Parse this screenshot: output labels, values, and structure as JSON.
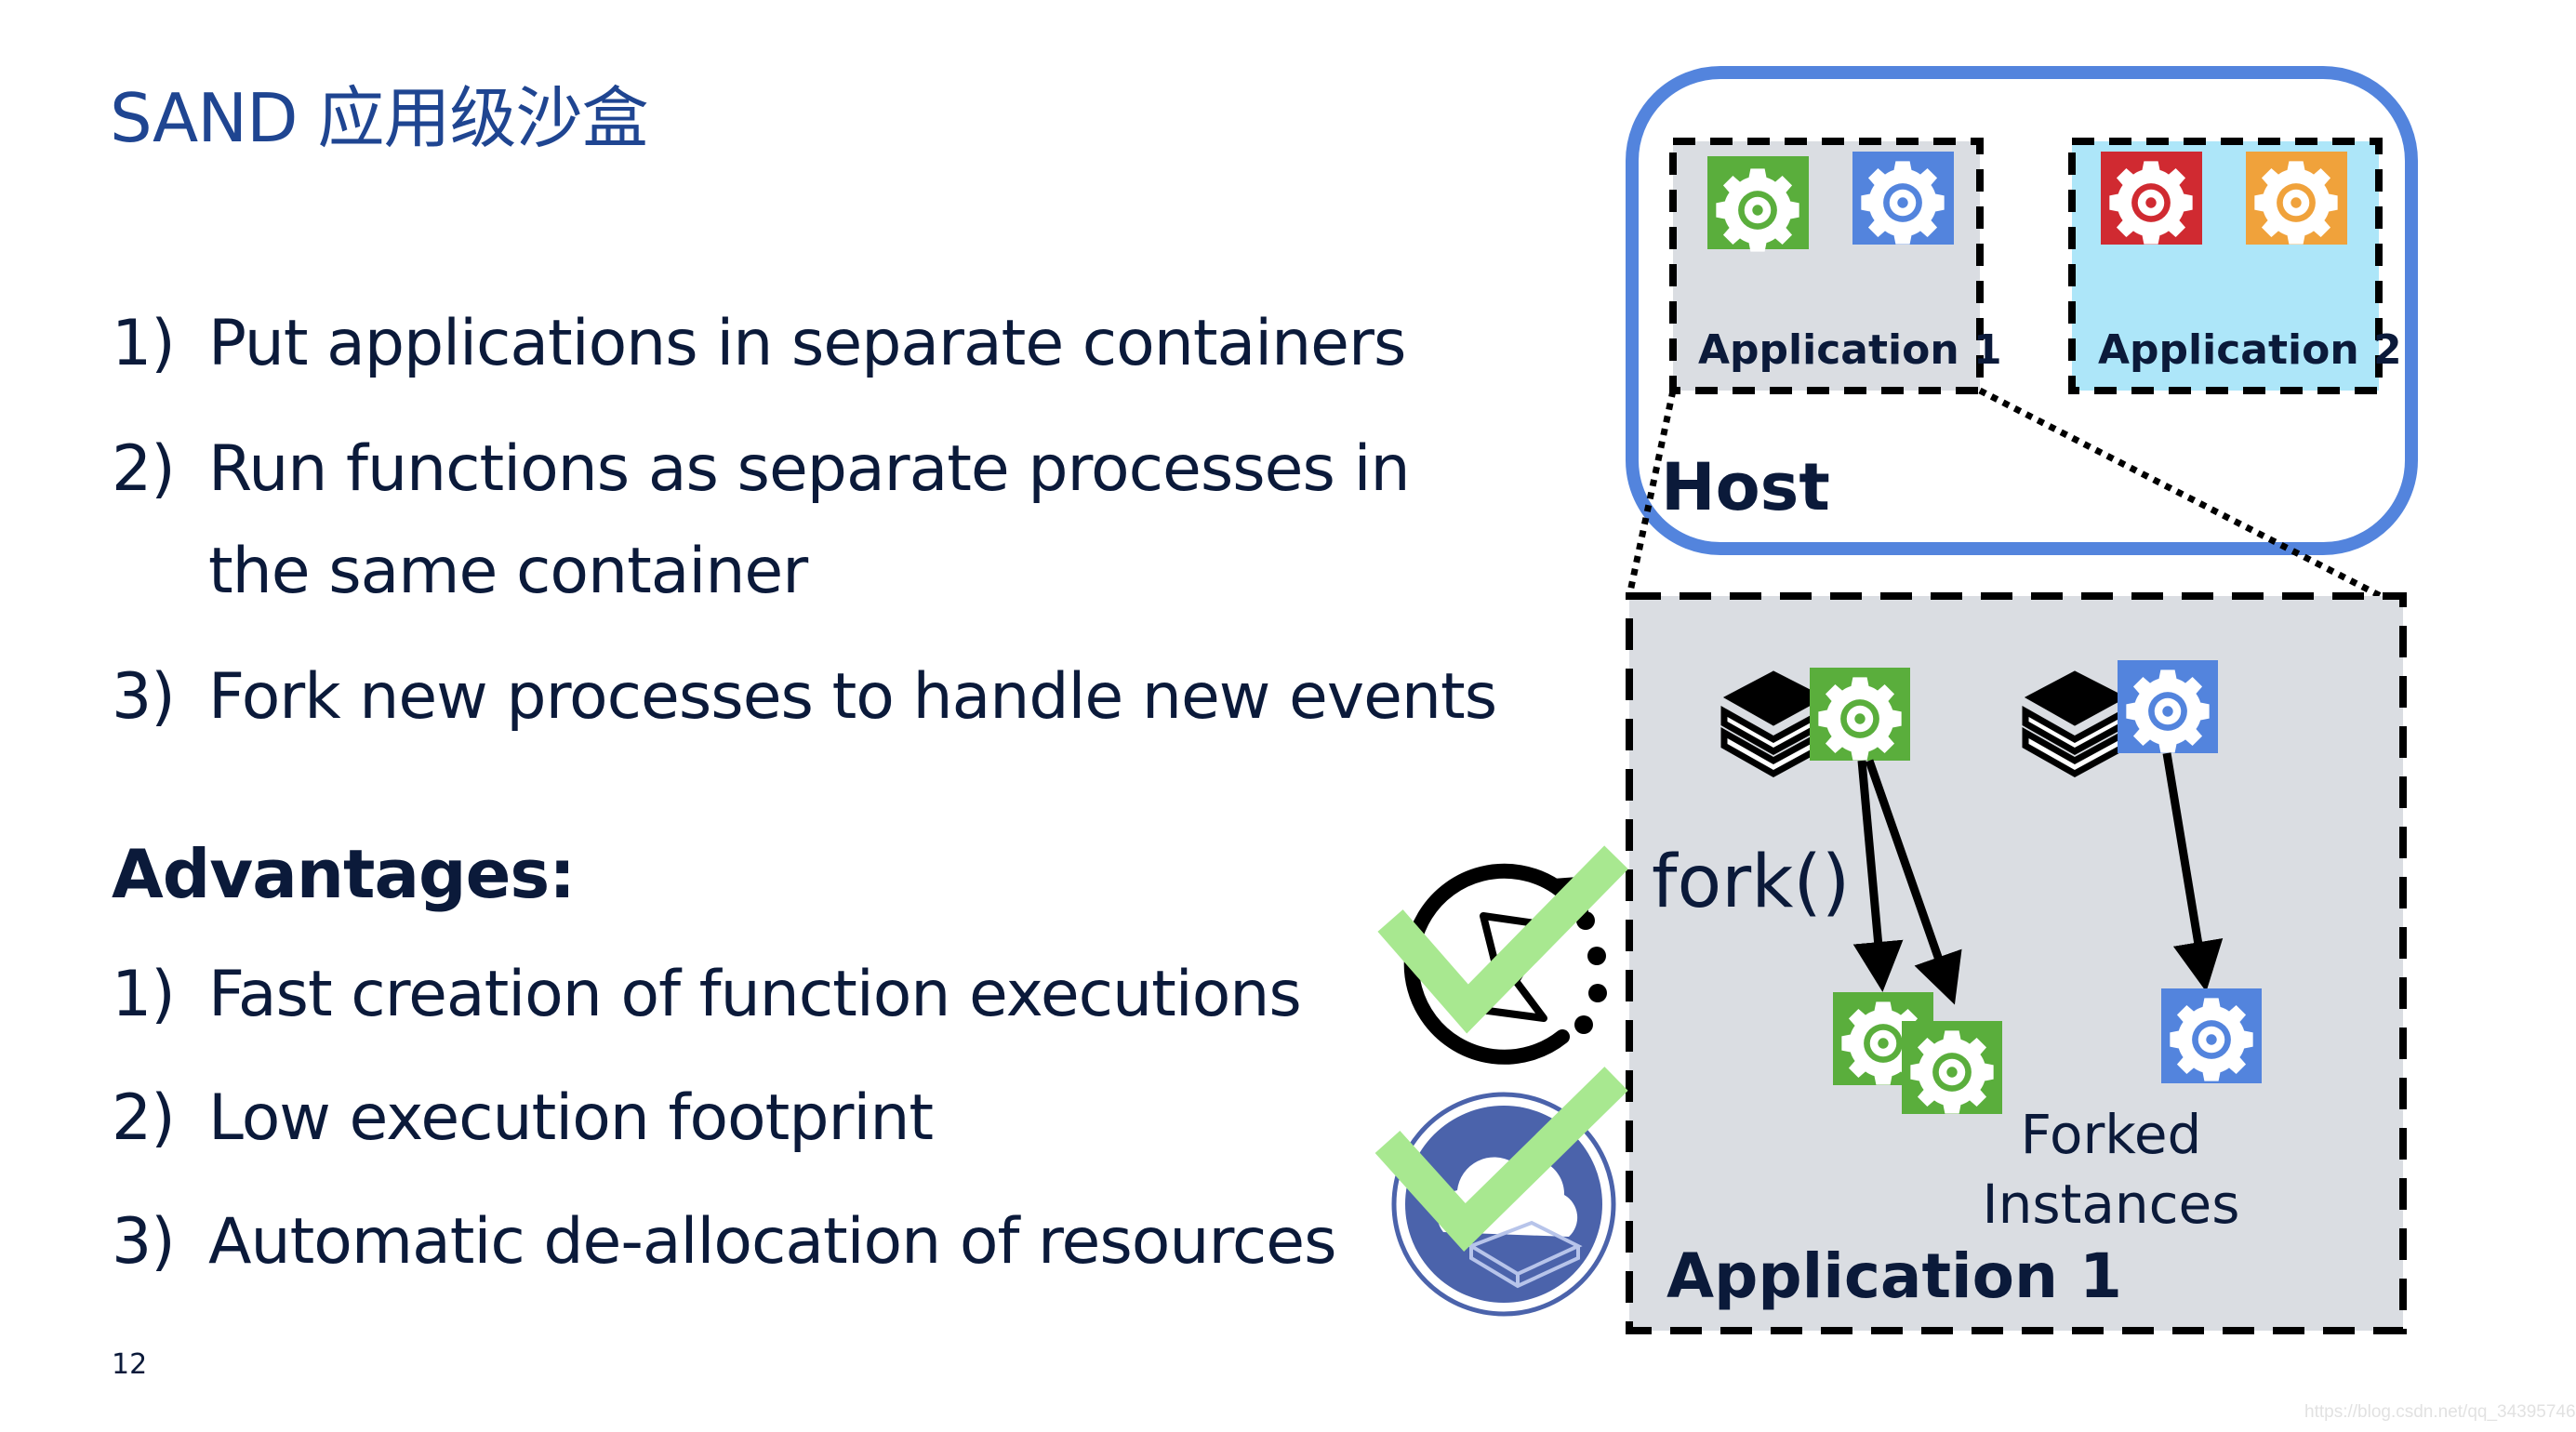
{
  "slide": {
    "title": "SAND 应用级沙盒",
    "page_number": "12",
    "watermark": "https://blog.csdn.net/qq_34395746"
  },
  "approach": {
    "items": [
      {
        "num": "1)",
        "text": "Put applications in separate containers"
      },
      {
        "num": "2)",
        "text": "Run functions as separate processes in",
        "continuation": "the same container"
      },
      {
        "num": "3)",
        "text": "Fork new processes to handle new events"
      }
    ]
  },
  "advantages": {
    "heading": "Advantages:",
    "items": [
      {
        "num": "1)",
        "text": "Fast creation of function executions",
        "icon": "fast-startup-icon",
        "checked": true
      },
      {
        "num": "2)",
        "text": "Low execution footprint",
        "icon": "cloud-sandbox-icon",
        "checked": true
      },
      {
        "num": "3)",
        "text": "Automatic de-allocation of resources"
      }
    ]
  },
  "diagram": {
    "host_label": "Host",
    "app1_label": "Application 1",
    "app2_label": "Application 2",
    "detail_label": "Application 1",
    "fork_label": "fork()",
    "forked_label_line1": "Forked",
    "forked_label_line2": "Instances",
    "colors": {
      "host_border": "#5384dd",
      "app1_bg": "#dadde2",
      "app2_bg": "#ade6f9",
      "gear_green": "#5aae3c",
      "gear_blue": "#5384dd",
      "gear_red": "#d02a31",
      "gear_orange": "#f0a23b",
      "check_green": "#a8e890",
      "cloud_circle": "#4b63ab",
      "title_blue": "#1f4591",
      "text_dark": "#0b1a3a"
    },
    "app1_functions": [
      "gear-green",
      "gear-blue"
    ],
    "app2_functions": [
      "gear-red",
      "gear-orange"
    ]
  }
}
